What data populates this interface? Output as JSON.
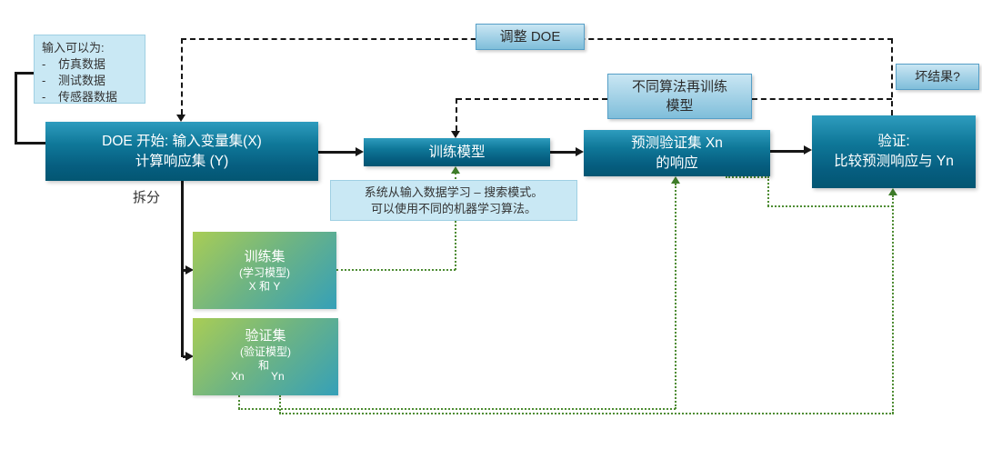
{
  "diagram": {
    "input_note": {
      "title": "输入可以为:",
      "bullet": "-",
      "items": [
        "仿真数据",
        "测试数据",
        "传感器数据"
      ]
    },
    "doe_box": {
      "line1": "DOE 开始: 输入变量集(X)",
      "line2": "计算响应集 (Y)"
    },
    "split_label": "拆分",
    "adjust_doe_box": "调整 DOE",
    "train_model_box": "训练模型",
    "retrain_box": {
      "line1": "不同算法再训练",
      "line2": "模型"
    },
    "bad_result_box": "坏结果?",
    "predict_box": {
      "line1": "预测验证集 Xn",
      "line2": "的响应"
    },
    "validate_box": {
      "line1": "验证:",
      "line2": "比较预测响应与 Yn"
    },
    "ml_note": {
      "line1": "系统从输入数据学习 – 搜索模式。",
      "line2": "可以使用不同的机器学习算法。"
    },
    "training_set_box": {
      "title": "训练集",
      "subtitle": "(学习模型)",
      "vars": "X 和 Y"
    },
    "validation_set_box": {
      "title": "验证集",
      "subtitle": "(验证模型)",
      "conjunction": "和",
      "var1": "Xn",
      "var2": "Yn"
    },
    "colors": {
      "dark_box_top": "#2e9cbe",
      "dark_box_bottom": "#035672",
      "green_box_start": "#a9cd55",
      "green_box_end": "#35a0b8",
      "light_blue_box_top": "#c9e6f3",
      "light_blue_box_bottom": "#7fbeda",
      "note_box_fill": "#c9e8f4",
      "flow_line_black": "#161616",
      "data_flow_green": "#4e8c33",
      "box_text_white": "#ffffff"
    }
  }
}
